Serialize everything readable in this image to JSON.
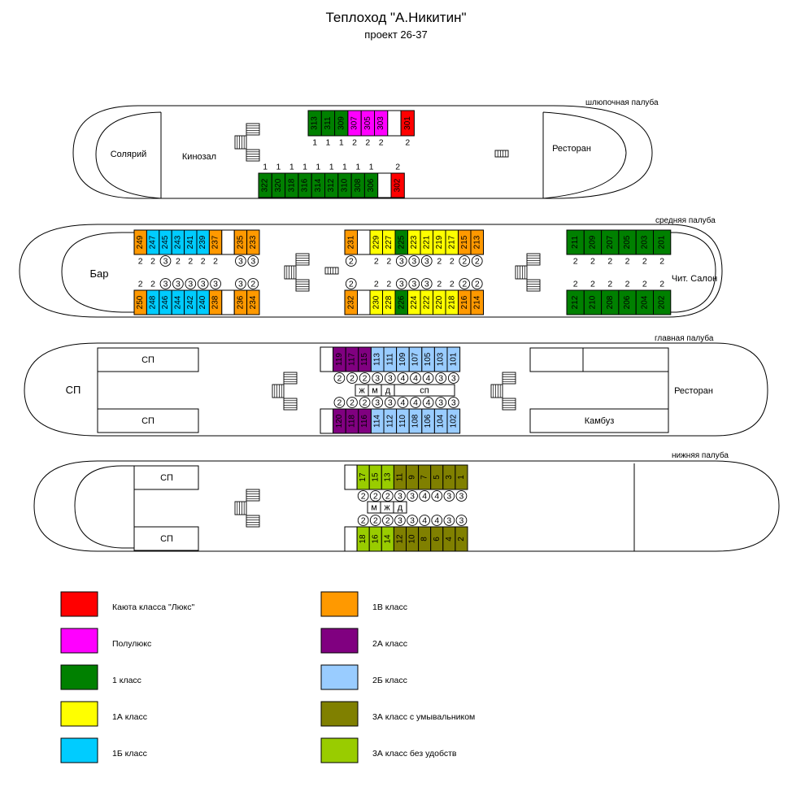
{
  "header": {
    "title": "Теплоход \"А.Никитин\"",
    "subtitle": "проект 26-37"
  },
  "colors": {
    "lux": "#ff0000",
    "semilux": "#ff00ff",
    "first": "#008000",
    "first_a": "#ffff00",
    "first_b": "#00ccff",
    "first_v": "#ff9900",
    "second_a": "#800080",
    "second_b": "#99ccff",
    "third_a_wash": "#808000",
    "third_a_plain": "#99cc00",
    "white": "#ffffff"
  },
  "legend": [
    {
      "key": "lux",
      "label": "Каюта класса \"Люкс\""
    },
    {
      "key": "semilux",
      "label": "Полулюкс"
    },
    {
      "key": "first",
      "label": "1 класс"
    },
    {
      "key": "first_a",
      "label": "1А класс"
    },
    {
      "key": "first_b",
      "label": "1Б класс"
    },
    {
      "key": "first_v",
      "label": "1В класс"
    },
    {
      "key": "second_a",
      "label": "2А класс"
    },
    {
      "key": "second_b",
      "label": "2Б класс"
    },
    {
      "key": "third_a_wash",
      "label": "3А класс с умывальником"
    },
    {
      "key": "third_a_plain",
      "label": "3А класс без удобств"
    }
  ],
  "decks": [
    {
      "name": "шлюпочная палуба",
      "labels": {
        "solarium": "Солярий",
        "cinema": "Кинозал",
        "restaurant": "Ресторан"
      },
      "cabin_rows": [
        {
          "berths_below": true,
          "cabins": [
            {
              "num": "313",
              "cls": "first",
              "berths": "1"
            },
            {
              "num": "311",
              "cls": "first",
              "berths": "1"
            },
            {
              "num": "309",
              "cls": "first",
              "berths": "1"
            },
            {
              "num": "307",
              "cls": "semilux",
              "berths": "2"
            },
            {
              "num": "305",
              "cls": "semilux",
              "berths": "2"
            },
            {
              "num": "303",
              "cls": "semilux",
              "berths": "2"
            },
            {
              "num": "",
              "cls": "white",
              "berths": ""
            },
            {
              "num": "301",
              "cls": "lux",
              "berths": "2"
            }
          ]
        },
        {
          "berths_below": false,
          "cabins": [
            {
              "num": "322",
              "cls": "first",
              "berths": "1"
            },
            {
              "num": "320",
              "cls": "first",
              "berths": "1"
            },
            {
              "num": "318",
              "cls": "first",
              "berths": "1"
            },
            {
              "num": "316",
              "cls": "first",
              "berths": "1"
            },
            {
              "num": "314",
              "cls": "first",
              "berths": "1"
            },
            {
              "num": "312",
              "cls": "first",
              "berths": "1"
            },
            {
              "num": "310",
              "cls": "first",
              "berths": "1"
            },
            {
              "num": "308",
              "cls": "first",
              "berths": "1"
            },
            {
              "num": "306",
              "cls": "first",
              "berths": "1"
            },
            {
              "num": "",
              "cls": "white",
              "berths": ""
            },
            {
              "num": "302",
              "cls": "lux",
              "berths": "2"
            }
          ]
        }
      ]
    },
    {
      "name": "средняя палуба",
      "labels": {
        "bar": "Бар",
        "reading_salon": "Чит. Салон"
      },
      "cabin_rows": [
        {
          "berths_below": true,
          "cabins": [
            {
              "num": "249",
              "cls": "first_v",
              "berths": "2"
            },
            {
              "num": "247",
              "cls": "first_b",
              "berths": "2"
            },
            {
              "num": "245",
              "cls": "first_b",
              "berths": "3",
              "circled": true
            },
            {
              "num": "243",
              "cls": "first_b",
              "berths": "2"
            },
            {
              "num": "241",
              "cls": "first_b",
              "berths": "2"
            },
            {
              "num": "239",
              "cls": "first_b",
              "berths": "2"
            },
            {
              "num": "237",
              "cls": "first_v",
              "berths": "2"
            },
            {
              "num": "",
              "cls": "white",
              "berths": ""
            },
            {
              "num": "235",
              "cls": "first_v",
              "berths": "3",
              "circled": true
            },
            {
              "num": "233",
              "cls": "first_v",
              "berths": "3",
              "circled": true
            }
          ]
        },
        {
          "berths_below": false,
          "cabins": [
            {
              "num": "250",
              "cls": "first_v",
              "berths": "2"
            },
            {
              "num": "248",
              "cls": "first_b",
              "berths": "2"
            },
            {
              "num": "246",
              "cls": "first_b",
              "berths": "3",
              "circled": true
            },
            {
              "num": "244",
              "cls": "first_b",
              "berths": "3",
              "circled": true
            },
            {
              "num": "242",
              "cls": "first_b",
              "berths": "3",
              "circled": true
            },
            {
              "num": "240",
              "cls": "first_b",
              "berths": "3",
              "circled": true
            },
            {
              "num": "238",
              "cls": "first_v",
              "berths": "3",
              "circled": true
            },
            {
              "num": "",
              "cls": "white",
              "berths": ""
            },
            {
              "num": "236",
              "cls": "first_v",
              "berths": "3",
              "circled": true
            },
            {
              "num": "234",
              "cls": "first_v",
              "berths": "2",
              "circled": true
            }
          ]
        },
        {
          "berths_below": true,
          "cabins": [
            {
              "num": "231",
              "cls": "first_v",
              "berths": "2",
              "circled": true
            },
            {
              "num": "",
              "cls": "white",
              "berths": ""
            },
            {
              "num": "229",
              "cls": "first_a",
              "berths": "2"
            },
            {
              "num": "227",
              "cls": "first_a",
              "berths": "2"
            },
            {
              "num": "225",
              "cls": "first",
              "berths": "3",
              "circled": true
            },
            {
              "num": "223",
              "cls": "first_a",
              "berths": "3",
              "circled": true
            },
            {
              "num": "221",
              "cls": "first_a",
              "berths": "3",
              "circled": true
            },
            {
              "num": "219",
              "cls": "first_a",
              "berths": "2"
            },
            {
              "num": "217",
              "cls": "first_a",
              "berths": "2"
            },
            {
              "num": "215",
              "cls": "first_v",
              "berths": "2",
              "circled": true
            },
            {
              "num": "213",
              "cls": "first_v",
              "berths": "2",
              "circled": true
            }
          ]
        },
        {
          "berths_below": false,
          "cabins": [
            {
              "num": "232",
              "cls": "first_v",
              "berths": "2",
              "circled": true
            },
            {
              "num": "",
              "cls": "white",
              "berths": ""
            },
            {
              "num": "230",
              "cls": "first_a",
              "berths": "2"
            },
            {
              "num": "228",
              "cls": "first_a",
              "berths": "2"
            },
            {
              "num": "226",
              "cls": "first",
              "berths": "3",
              "circled": true
            },
            {
              "num": "224",
              "cls": "first_a",
              "berths": "3",
              "circled": true
            },
            {
              "num": "222",
              "cls": "first_a",
              "berths": "3",
              "circled": true
            },
            {
              "num": "220",
              "cls": "first_a",
              "berths": "2"
            },
            {
              "num": "218",
              "cls": "first_a",
              "berths": "2"
            },
            {
              "num": "216",
              "cls": "first_v",
              "berths": "2",
              "circled": true
            },
            {
              "num": "214",
              "cls": "first_v",
              "berths": "2",
              "circled": true
            }
          ]
        },
        {
          "berths_below": true,
          "cabins": [
            {
              "num": "211",
              "cls": "first",
              "berths": "2"
            },
            {
              "num": "209",
              "cls": "first",
              "berths": "2"
            },
            {
              "num": "207",
              "cls": "first",
              "berths": "2"
            },
            {
              "num": "205",
              "cls": "first",
              "berths": "2"
            },
            {
              "num": "203",
              "cls": "first",
              "berths": "2"
            },
            {
              "num": "201",
              "cls": "first",
              "berths": "2"
            }
          ]
        },
        {
          "berths_below": false,
          "cabins": [
            {
              "num": "212",
              "cls": "first",
              "berths": "2"
            },
            {
              "num": "210",
              "cls": "first",
              "berths": "2"
            },
            {
              "num": "208",
              "cls": "first",
              "berths": "2"
            },
            {
              "num": "206",
              "cls": "first",
              "berths": "2"
            },
            {
              "num": "204",
              "cls": "first",
              "berths": "2"
            },
            {
              "num": "202",
              "cls": "first",
              "berths": "2"
            }
          ]
        }
      ]
    },
    {
      "name": "главная палуба",
      "labels": {
        "sp": "СП",
        "restaurant": "Ресторан",
        "galley": "Камбуз"
      },
      "facilities": {
        "m": "м",
        "zh": "ж",
        "d": "д",
        "sp": "сп"
      },
      "cabin_rows": [
        {
          "berths_below": true,
          "cabins": [
            {
              "num": "",
              "cls": "white",
              "berths": ""
            },
            {
              "num": "119",
              "cls": "second_a",
              "berths": "2",
              "circled": true
            },
            {
              "num": "117",
              "cls": "second_a",
              "berths": "2",
              "circled": true
            },
            {
              "num": "115",
              "cls": "second_a",
              "berths": "2",
              "circled": true
            },
            {
              "num": "113",
              "cls": "second_b",
              "berths": "3",
              "circled": true
            },
            {
              "num": "111",
              "cls": "second_b",
              "berths": "3",
              "circled": true
            },
            {
              "num": "109",
              "cls": "second_b",
              "berths": "4",
              "circled": true
            },
            {
              "num": "107",
              "cls": "second_b",
              "berths": "4",
              "circled": true
            },
            {
              "num": "105",
              "cls": "second_b",
              "berths": "4",
              "circled": true
            },
            {
              "num": "103",
              "cls": "second_b",
              "berths": "3",
              "circled": true
            },
            {
              "num": "101",
              "cls": "second_b",
              "berths": "3",
              "circled": true
            }
          ]
        },
        {
          "berths_below": false,
          "cabins": [
            {
              "num": "",
              "cls": "white",
              "berths": ""
            },
            {
              "num": "120",
              "cls": "second_a",
              "berths": "2",
              "circled": true
            },
            {
              "num": "118",
              "cls": "second_a",
              "berths": "2",
              "circled": true
            },
            {
              "num": "116",
              "cls": "second_a",
              "berths": "2",
              "circled": true
            },
            {
              "num": "114",
              "cls": "second_b",
              "berths": "3",
              "circled": true
            },
            {
              "num": "112",
              "cls": "second_b",
              "berths": "3",
              "circled": true
            },
            {
              "num": "110",
              "cls": "second_b",
              "berths": "4",
              "circled": true
            },
            {
              "num": "108",
              "cls": "second_b",
              "berths": "4",
              "circled": true
            },
            {
              "num": "106",
              "cls": "second_b",
              "berths": "4",
              "circled": true
            },
            {
              "num": "104",
              "cls": "second_b",
              "berths": "3",
              "circled": true
            },
            {
              "num": "102",
              "cls": "second_b",
              "berths": "3",
              "circled": true
            }
          ]
        }
      ]
    },
    {
      "name": "нижняя палуба",
      "labels": {
        "sp": "СП"
      },
      "facilities": {
        "m": "м",
        "zh": "ж",
        "d": "д"
      },
      "cabin_rows": [
        {
          "berths_below": true,
          "cabins": [
            {
              "num": "",
              "cls": "white",
              "berths": ""
            },
            {
              "num": "17",
              "cls": "third_a_plain",
              "berths": "2",
              "circled": true
            },
            {
              "num": "15",
              "cls": "third_a_plain",
              "berths": "2",
              "circled": true
            },
            {
              "num": "13",
              "cls": "third_a_plain",
              "berths": "2",
              "circled": true
            },
            {
              "num": "11",
              "cls": "third_a_wash",
              "berths": "3",
              "circled": true
            },
            {
              "num": "9",
              "cls": "third_a_wash",
              "berths": "3",
              "circled": true
            },
            {
              "num": "7",
              "cls": "third_a_wash",
              "berths": "4",
              "circled": true
            },
            {
              "num": "5",
              "cls": "third_a_wash",
              "berths": "4",
              "circled": true
            },
            {
              "num": "3",
              "cls": "third_a_wash",
              "berths": "3",
              "circled": true
            },
            {
              "num": "1",
              "cls": "third_a_wash",
              "berths": "3",
              "circled": true
            }
          ]
        },
        {
          "berths_below": false,
          "cabins": [
            {
              "num": "",
              "cls": "white",
              "berths": ""
            },
            {
              "num": "18",
              "cls": "third_a_plain",
              "berths": "2",
              "circled": true
            },
            {
              "num": "16",
              "cls": "third_a_plain",
              "berths": "2",
              "circled": true
            },
            {
              "num": "14",
              "cls": "third_a_plain",
              "berths": "2",
              "circled": true
            },
            {
              "num": "12",
              "cls": "third_a_wash",
              "berths": "3",
              "circled": true
            },
            {
              "num": "10",
              "cls": "third_a_wash",
              "berths": "3",
              "circled": true
            },
            {
              "num": "8",
              "cls": "third_a_wash",
              "berths": "4",
              "circled": true
            },
            {
              "num": "6",
              "cls": "third_a_wash",
              "berths": "4",
              "circled": true
            },
            {
              "num": "4",
              "cls": "third_a_wash",
              "berths": "3",
              "circled": true
            },
            {
              "num": "2",
              "cls": "third_a_wash",
              "berths": "3",
              "circled": true
            }
          ]
        }
      ]
    }
  ]
}
